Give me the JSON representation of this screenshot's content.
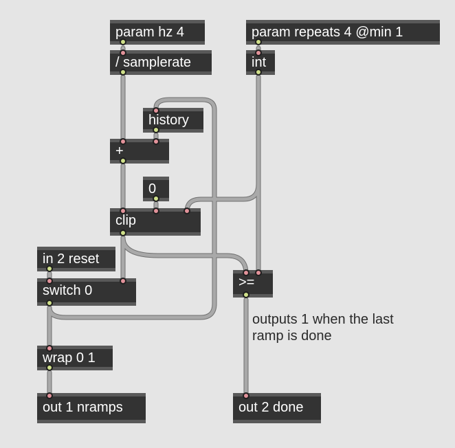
{
  "objects": {
    "param_hz": "param hz 4",
    "param_repeats": "param repeats 4 @min 1",
    "samplerate": "/ samplerate",
    "int": "int",
    "history": "history",
    "plus": "+",
    "zero": "0",
    "clip": "clip",
    "in2": "in 2 reset",
    "switch": "switch 0",
    "gte": ">=",
    "wrap": "wrap 0 1",
    "out1": "out 1 nramps",
    "out2": "out 2 done"
  },
  "comment": "outputs 1 when the last\nramp is done",
  "colors": {
    "canvas": "#e5e5e5",
    "object_body": "#333333",
    "object_border": "#595959",
    "inlet": "#e2929a",
    "outlet": "#cfe08a",
    "patch_cord": "#a9a9a9"
  }
}
